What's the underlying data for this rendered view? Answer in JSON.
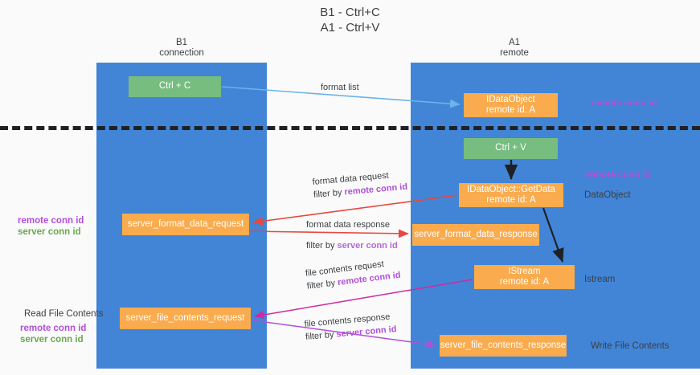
{
  "title": "B1 - Ctrl+C\nA1 - Ctrl+V",
  "lanes": [
    {
      "id": "b1",
      "header": "B1\nconnection"
    },
    {
      "id": "a1",
      "header": "A1\nremote"
    }
  ],
  "nodes": {
    "ctrl_c": "Ctrl + C",
    "idataobject": "IDataObject\nremote id: A",
    "ctrl_v": "Ctrl + V",
    "getdata": "IDataObject::GetData\nremote id: A",
    "server_format_data_request": "server_format_data_request",
    "server_format_data_response": "server_format_data_response",
    "istream": "IStream\nremote id: A",
    "server_file_contents_request": "server_file_contents_request",
    "server_file_contents_response": "server_file_contents_response"
  },
  "edge_labels": {
    "format_list": "format list",
    "format_data_request": "format data request",
    "format_data_request_filter_prefix": "filter by ",
    "format_data_request_filter_key": "remote conn id",
    "format_data_response": "format data response",
    "format_data_response_filter_prefix": "filter by ",
    "format_data_response_filter_key": "server conn id",
    "file_contents_request": "file contents request",
    "file_contents_request_filter_prefix": "filter by ",
    "file_contents_request_filter_key": "remote conn id",
    "file_contents_response": "file contents response",
    "file_contents_response_filter_prefix": "filter by ",
    "file_contents_response_filter_key": "server conn id"
  },
  "annotations": {
    "remote_conn_id_top": "remote conn id",
    "remote_conn_id_mid": "remote conn id",
    "dataobject": "DataObject",
    "istream": "Istream",
    "write_file_contents": "Write File Contents",
    "read_file_contents": "Read File Contents",
    "left_remote_conn_id_1": "remote conn id",
    "left_server_conn_id_1": "server conn id",
    "left_remote_conn_id_2": "remote conn id",
    "left_server_conn_id_2": "server conn id"
  },
  "colors": {
    "lane": "#4285d6",
    "green_node": "#76bd7f",
    "orange_node": "#f9ab4e",
    "purple": "#b14fd8",
    "green_text": "#6aa84f",
    "red_arrow": "#e8483f",
    "magenta_arrow": "#cf2aa0",
    "blue_arrow": "#6ab4e8",
    "black_arrow": "#202124",
    "background": "#fafafa"
  }
}
